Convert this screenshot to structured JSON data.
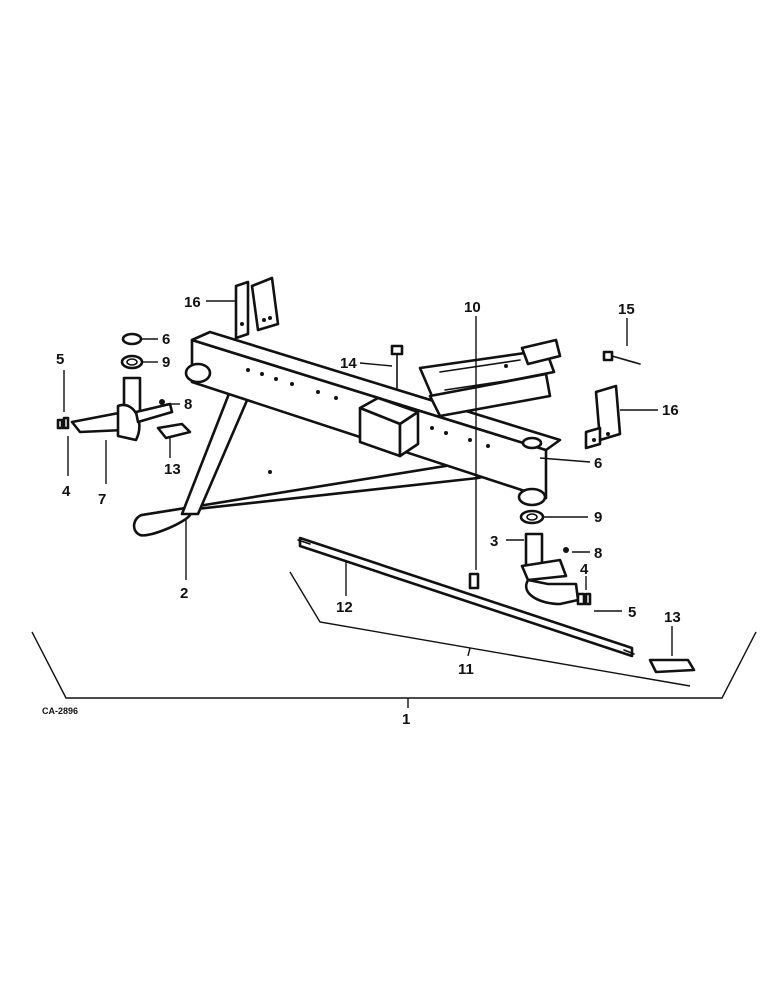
{
  "drawing_code": "CA-2896",
  "callouts": {
    "c1": "1",
    "c2": "2",
    "c3": "3",
    "c4_left": "4",
    "c4_right": "4",
    "c5_left": "5",
    "c5_right": "5",
    "c6_left": "6",
    "c6_right": "6",
    "c7": "7",
    "c8_left": "8",
    "c8_right": "8",
    "c9_left": "9",
    "c9_right": "9",
    "c10": "10",
    "c11": "11",
    "c12": "12",
    "c13_left": "13",
    "c13_right": "13",
    "c14": "14",
    "c15": "15",
    "c16_left": "16",
    "c16_right": "16"
  },
  "colors": {
    "ink": "#111111",
    "paper": "#ffffff"
  }
}
